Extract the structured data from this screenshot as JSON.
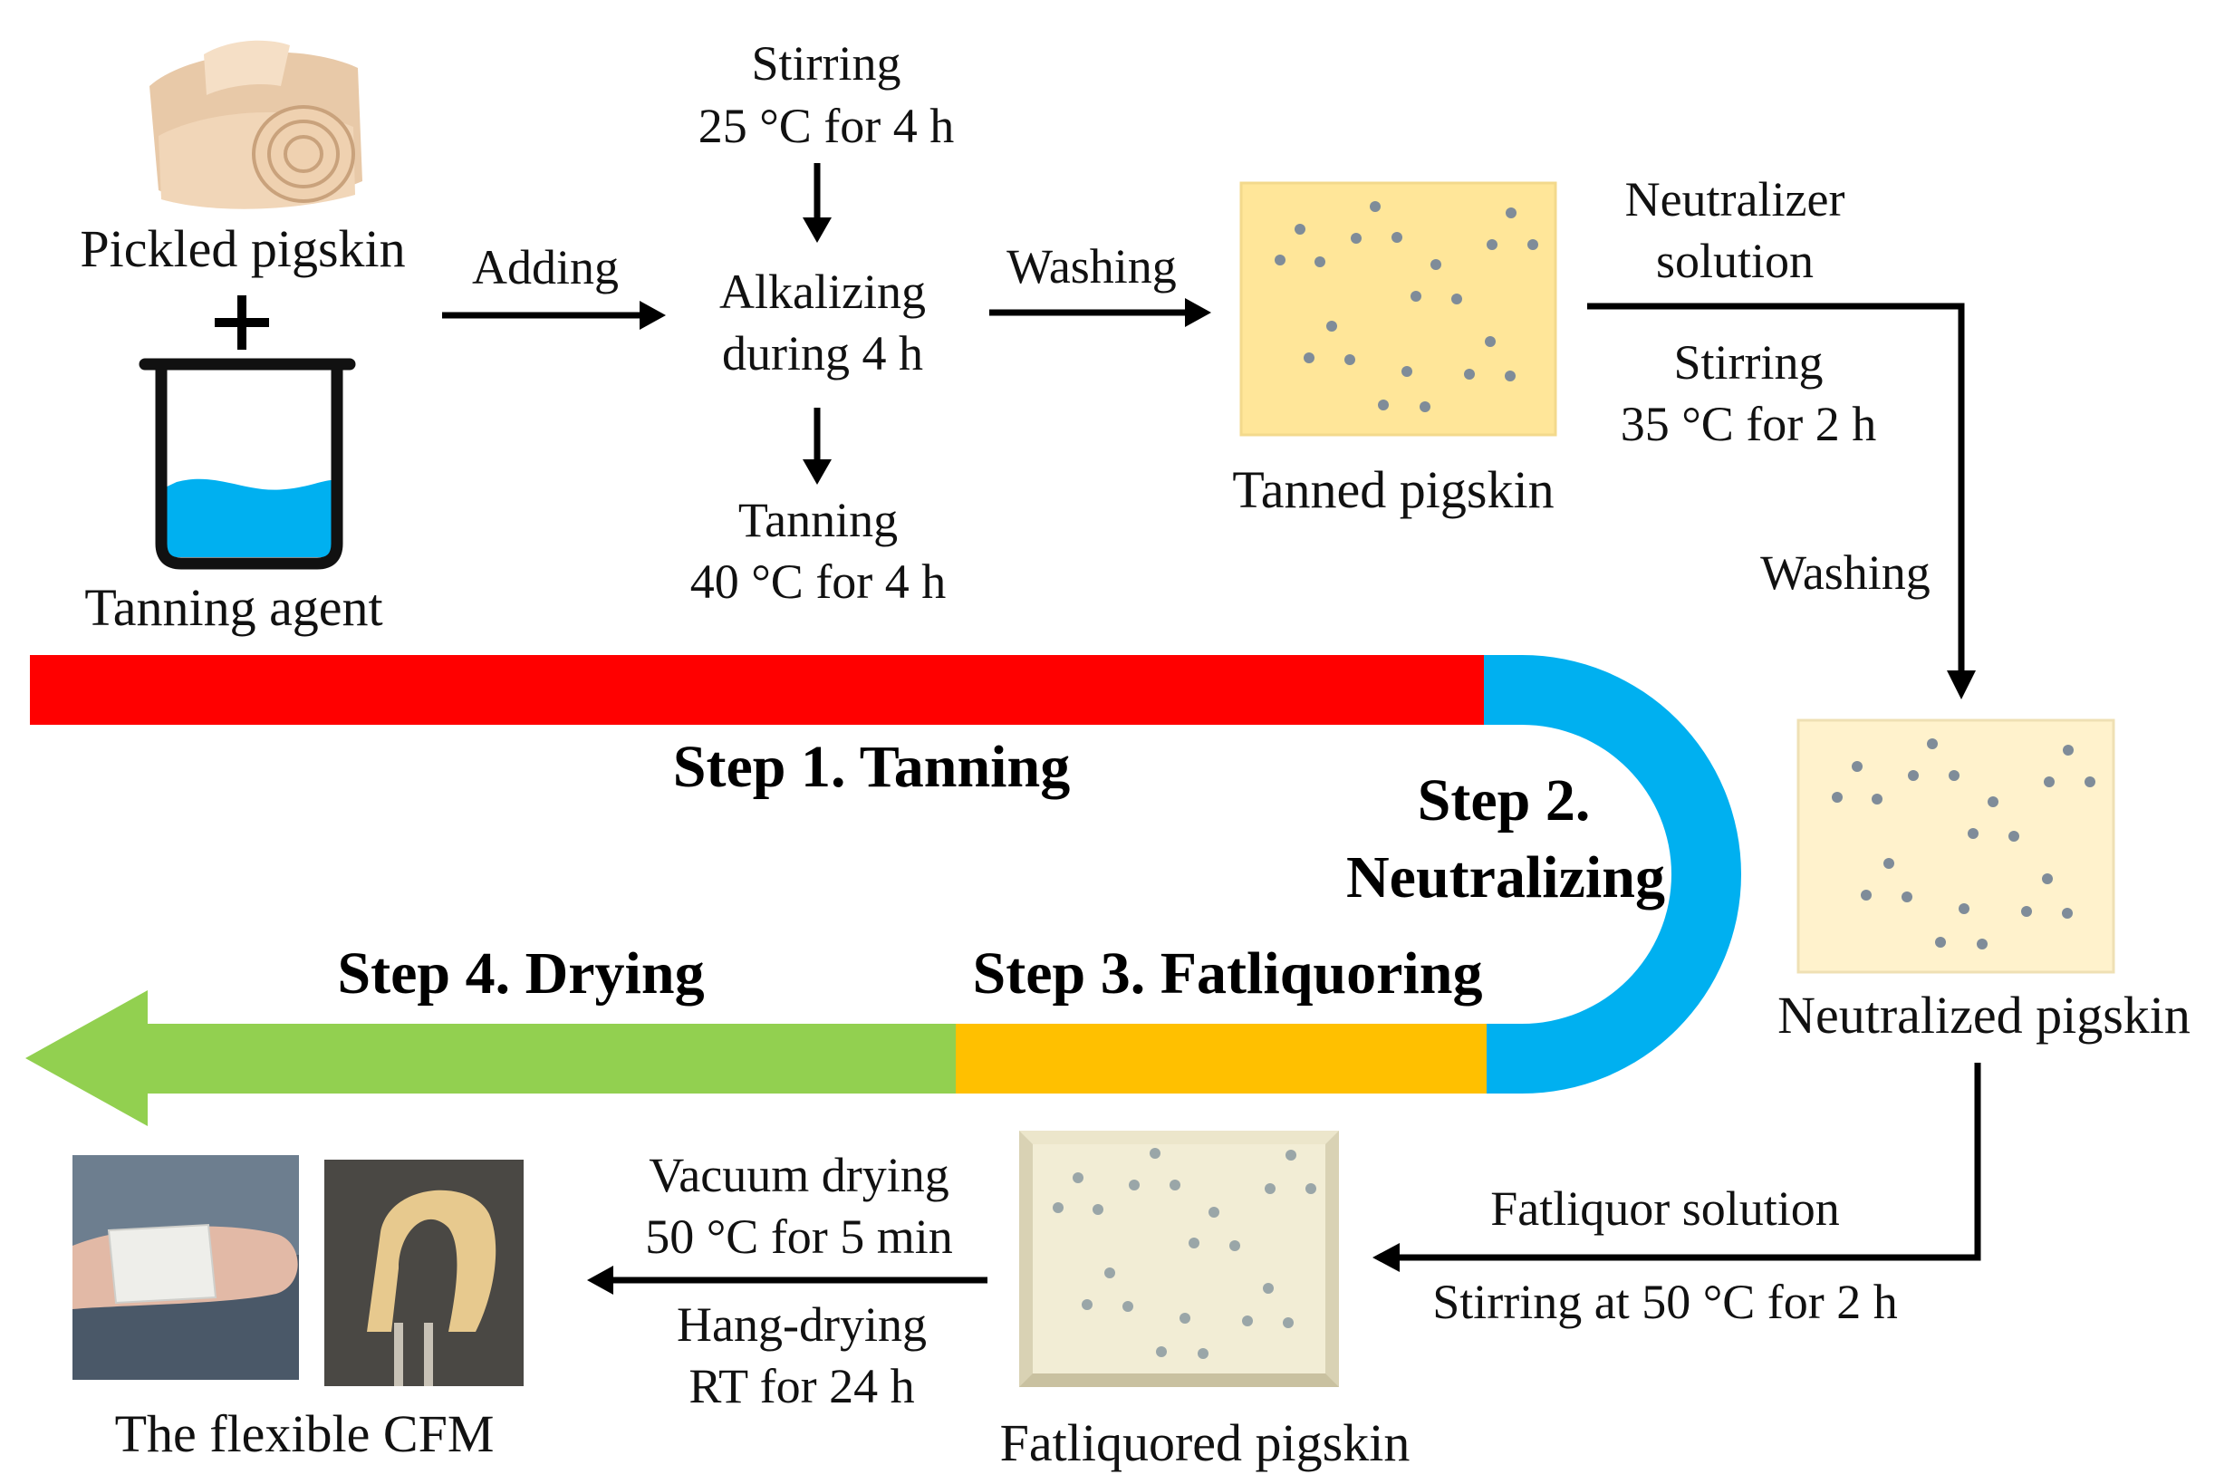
{
  "colors": {
    "tanning_band": "#ff0000",
    "neutralizing_band": "#00b0f0",
    "fatliquoring_band": "#ffc000",
    "drying_band": "#92d050",
    "tanned_skin": "#ffe699",
    "neutralized_skin": "#fff2cc",
    "fatliquored_skin": "#f2edd5",
    "dot": "#7f8c99",
    "liquid": "#00b0f0"
  },
  "icons": {
    "pickled_pigskin": "rolled-pigskin-photo",
    "beaker": "beaker-icon",
    "plus": "plus-icon",
    "finger_photo": "bandaged-finger-photo",
    "bent_cfm_photo": "bent-cfm-photo"
  },
  "materials": {
    "pickled_pigskin": "Pickled pigskin",
    "tanning_agent": "Tanning agent",
    "tanned_pigskin": "Tanned pigskin",
    "neutralized_pigskin": "Neutralized pigskin",
    "fatliquored_pigskin": "Fatliquored pigskin",
    "flexible_cfm": "The flexible CFM"
  },
  "process": {
    "adding": "Adding",
    "stirring_line1": "Stirring",
    "stirring_line2": "25 °C for 4 h",
    "alkalizing_line1": "Alkalizing",
    "alkalizing_line2": "during 4 h",
    "tanning_line1": "Tanning",
    "tanning_line2": "40 °C for 4 h",
    "washing1": "Washing",
    "neutralizer_line1": "Neutralizer",
    "neutralizer_line2": "solution",
    "stirring2_line1": "Stirring",
    "stirring2_line2": "35 °C for 2 h",
    "washing2": "Washing",
    "fatliquor_solution": "Fatliquor solution",
    "stirring_fatliquor": "Stirring at 50 °C for 2 h",
    "vacuum_line1": "Vacuum drying",
    "vacuum_line2": "50 °C for 5 min",
    "hang_line1": "Hang-drying",
    "hang_line2": "RT for 24 h"
  },
  "steps": {
    "step1": "Step 1. Tanning",
    "step2_line1": "Step 2.",
    "step2_line2": "Neutralizing",
    "step3": "Step 3. Fatliquoring",
    "step4": "Step 4. Drying"
  }
}
